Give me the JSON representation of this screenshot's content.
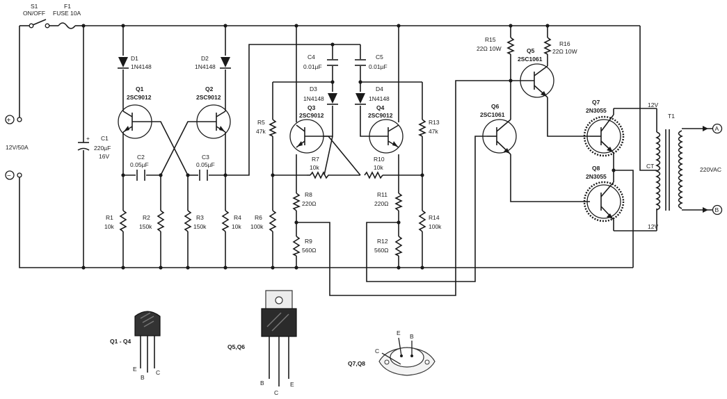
{
  "switch": {
    "ref": "S1",
    "label": "ON/OFF"
  },
  "fuse": {
    "ref": "F1",
    "label": "FUSE 10A"
  },
  "supply": {
    "plus": "+",
    "minus": "−",
    "label": "12V/50A"
  },
  "c1": {
    "ref": "C1",
    "value": "220µF",
    "voltage": "16V",
    "polarity": "+"
  },
  "diodes": [
    {
      "ref": "D1",
      "value": "1N4148"
    },
    {
      "ref": "D2",
      "value": "1N4148"
    },
    {
      "ref": "D3",
      "value": "1N4148"
    },
    {
      "ref": "D4",
      "value": "1N4148"
    }
  ],
  "transistors": [
    {
      "ref": "Q1",
      "type": "2SC9012"
    },
    {
      "ref": "Q2",
      "type": "2SC9012"
    },
    {
      "ref": "Q3",
      "type": "2SC9012"
    },
    {
      "ref": "Q4",
      "type": "2SC9012"
    },
    {
      "ref": "Q5",
      "type": "2SC1061"
    },
    {
      "ref": "Q6",
      "type": "2SC1061"
    },
    {
      "ref": "Q7",
      "type": "2N3055"
    },
    {
      "ref": "Q8",
      "type": "2N3055"
    }
  ],
  "capacitors": [
    {
      "ref": "C2",
      "value": "0.05µF"
    },
    {
      "ref": "C3",
      "value": "0.05µF"
    },
    {
      "ref": "C4",
      "value": "0.01µF"
    },
    {
      "ref": "C5",
      "value": "0.01µF"
    }
  ],
  "resistors": [
    {
      "ref": "R1",
      "value": "10k"
    },
    {
      "ref": "R2",
      "value": "150k"
    },
    {
      "ref": "R3",
      "value": "150k"
    },
    {
      "ref": "R4",
      "value": "10k"
    },
    {
      "ref": "R5",
      "value": "47k"
    },
    {
      "ref": "R6",
      "value": "100k"
    },
    {
      "ref": "R7",
      "value": "10k"
    },
    {
      "ref": "R8",
      "value": "220Ω"
    },
    {
      "ref": "R9",
      "value": "560Ω"
    },
    {
      "ref": "R10",
      "value": "10k"
    },
    {
      "ref": "R11",
      "value": "220Ω"
    },
    {
      "ref": "R12",
      "value": "560Ω"
    },
    {
      "ref": "R13",
      "value": "47k"
    },
    {
      "ref": "R14",
      "value": "100k"
    },
    {
      "ref": "R15",
      "value": "22Ω 10W"
    },
    {
      "ref": "R16",
      "value": "22Ω 10W"
    }
  ],
  "transformer": {
    "ref": "T1",
    "top": "12V",
    "ct": "CT",
    "bottom": "12V",
    "output": "220VAC"
  },
  "outputs": {
    "a": "A",
    "b": "B"
  },
  "packages": {
    "small": {
      "label": "Q1 - Q4",
      "pins": [
        "E",
        "B",
        "C"
      ]
    },
    "medium": {
      "label": "Q5,Q6",
      "pins": [
        "B",
        "C",
        "E"
      ]
    },
    "large": {
      "label": "Q7,Q8",
      "pins": [
        "C",
        "E",
        "B"
      ]
    }
  }
}
